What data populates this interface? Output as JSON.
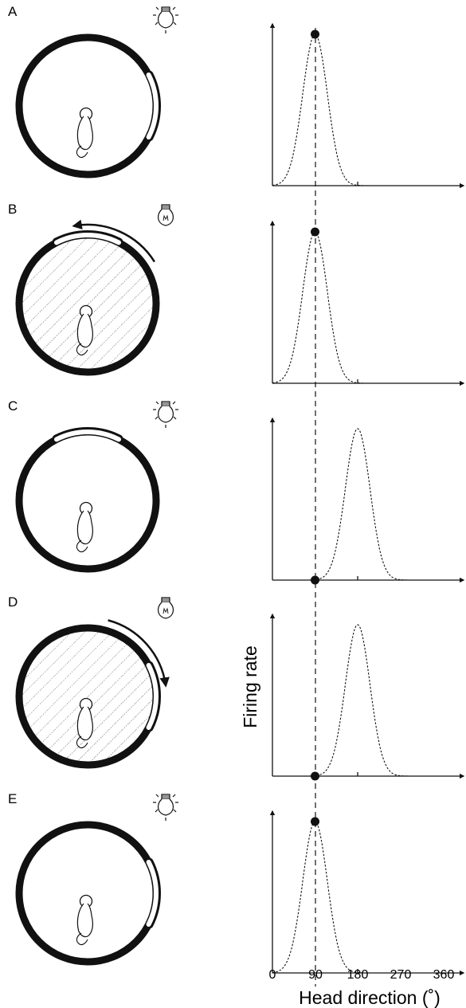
{
  "panels": [
    {
      "letter": "A",
      "light": "on",
      "arena_hatched": false,
      "cue_deg": 0,
      "rotation_arrow": "none",
      "peak_deg": 90,
      "marker": "peak"
    },
    {
      "letter": "B",
      "light": "off",
      "arena_hatched": true,
      "cue_deg": -90,
      "rotation_arrow": "ccw",
      "peak_deg": 90,
      "marker": "peak"
    },
    {
      "letter": "C",
      "light": "on",
      "arena_hatched": false,
      "cue_deg": -90,
      "rotation_arrow": "none",
      "peak_deg": 180,
      "marker": "baseline"
    },
    {
      "letter": "D",
      "light": "off",
      "arena_hatched": true,
      "cue_deg": 0,
      "rotation_arrow": "cw",
      "peak_deg": 180,
      "marker": "baseline"
    },
    {
      "letter": "E",
      "light": "on",
      "arena_hatched": false,
      "cue_deg": 0,
      "rotation_arrow": "none",
      "peak_deg": 90,
      "marker": "peak"
    }
  ],
  "chart_data": {
    "type": "line",
    "xlabel": "Head direction (˚)",
    "ylabel": "Firing rate",
    "xticks": [
      0,
      90,
      180,
      270,
      360
    ],
    "xlim": [
      0,
      400
    ],
    "reference_line_x": 90,
    "curve_style": "dashed",
    "series": [
      {
        "panel": "A",
        "peak_x": 90
      },
      {
        "panel": "B",
        "peak_x": 90
      },
      {
        "panel": "C",
        "peak_x": 180
      },
      {
        "panel": "D",
        "peak_x": 180
      },
      {
        "panel": "E",
        "peak_x": 90
      }
    ]
  }
}
